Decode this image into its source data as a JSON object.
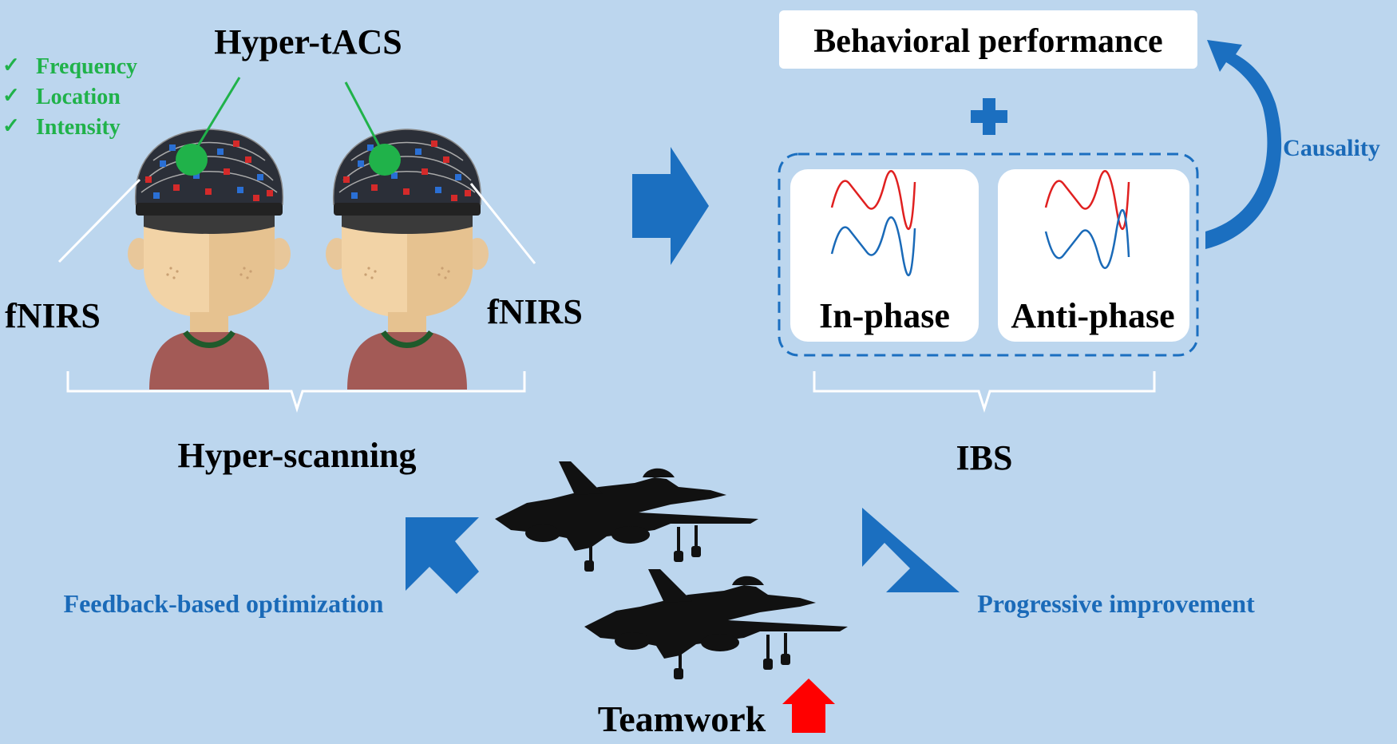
{
  "top_left": {
    "title": "Hyper-tACS",
    "checklist": [
      {
        "mark": "✓",
        "text": "Frequency"
      },
      {
        "mark": "✓",
        "text": "Location"
      },
      {
        "mark": "✓",
        "text": "Intensity"
      }
    ],
    "fnirs_left": "fNIRS",
    "fnirs_right": "fNIRS",
    "group_label": "Hyper-scanning"
  },
  "top_right": {
    "behavior_label": "Behavioral performance",
    "causality_label": "Causality",
    "in_phase_label": "In-phase",
    "anti_phase_label": "Anti-phase",
    "group_label": "IBS"
  },
  "bottom": {
    "feedback_label": "Feedback-based optimization",
    "progress_label": "Progressive improvement",
    "teamwork_label": "Teamwork"
  },
  "colors": {
    "background": "#bcd6ee",
    "arrow_blue": "#1b6fc0",
    "green": "#20b24a",
    "label_blue": "#1a6ab8",
    "wave_red": "#e02020",
    "wave_blue": "#1a6ab8",
    "teamwork_arrow": "#ff0000",
    "silhouette": "#111111"
  }
}
